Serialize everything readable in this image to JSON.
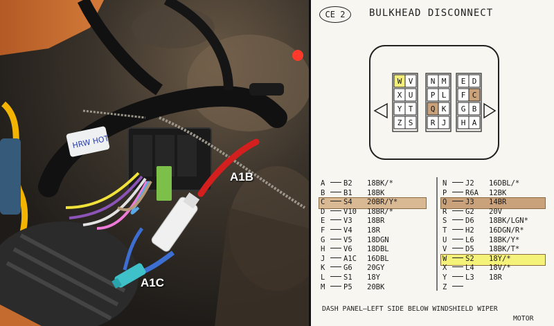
{
  "photo": {
    "callout_a1b": "A1B",
    "callout_a1c": "A1C",
    "tag_text": "HRW HOT"
  },
  "diagram": {
    "badge": "CE 2",
    "title": "BULKHEAD DISCONNECT",
    "pin_columns": [
      [
        "W",
        "X",
        "Y",
        "Z"
      ],
      [
        "V",
        "U",
        "T",
        "S"
      ],
      [
        "N",
        "P",
        "Q",
        "R"
      ],
      [
        "M",
        "L",
        "K",
        "J"
      ],
      [
        "E",
        "F",
        "G",
        "H"
      ],
      [
        "D",
        "C",
        "B",
        "A"
      ]
    ],
    "pin_highlights": {
      "W": "#f4ef7a",
      "Q": "#c9a27c",
      "C": "#c9a27c"
    },
    "left_circuits": [
      {
        "letter": "A",
        "code": "B2",
        "wire": "18BK/*"
      },
      {
        "letter": "B",
        "code": "B1",
        "wire": "18BK"
      },
      {
        "letter": "C",
        "code": "S4",
        "wire": "20BR/Y*",
        "highlight": "#d9b894"
      },
      {
        "letter": "D",
        "code": "V10",
        "wire": "18BR/*"
      },
      {
        "letter": "E",
        "code": "V3",
        "wire": "18BR"
      },
      {
        "letter": "F",
        "code": "V4",
        "wire": "18R"
      },
      {
        "letter": "G",
        "code": "V5",
        "wire": "18DGN"
      },
      {
        "letter": "H",
        "code": "V6",
        "wire": "18DBL"
      },
      {
        "letter": "J",
        "code": "A1C",
        "wire": "16DBL"
      },
      {
        "letter": "K",
        "code": "G6",
        "wire": "20GY"
      },
      {
        "letter": "L",
        "code": "S1",
        "wire": "18Y"
      },
      {
        "letter": "M",
        "code": "P5",
        "wire": "20BK"
      }
    ],
    "right_circuits": [
      {
        "letter": "N",
        "code": "J2",
        "wire": "16DBL/*"
      },
      {
        "letter": "P",
        "code": "R6A",
        "wire": "12BK"
      },
      {
        "letter": "Q",
        "code": "J3",
        "wire": "14BR",
        "highlight": "#c9a27c"
      },
      {
        "letter": "R",
        "code": "G2",
        "wire": "20V"
      },
      {
        "letter": "S",
        "code": "D6",
        "wire": "18BK/LGN*"
      },
      {
        "letter": "T",
        "code": "H2",
        "wire": "16DGN/R*"
      },
      {
        "letter": "U",
        "code": "L6",
        "wire": "18BK/Y*"
      },
      {
        "letter": "V",
        "code": "D5",
        "wire": "18BK/T*"
      },
      {
        "letter": "W",
        "code": "S2",
        "wire": "18Y/*",
        "highlight": "#f5f27a"
      },
      {
        "letter": "X",
        "code": "L4",
        "wire": "18V/*"
      },
      {
        "letter": "Y",
        "code": "L3",
        "wire": "18R"
      },
      {
        "letter": "Z",
        "code": "",
        "wire": ""
      }
    ],
    "footer_line1": "DASH PANEL—LEFT SIDE  BELOW  WINDSHIELD  WIPER",
    "footer_line2": "MOTOR"
  }
}
